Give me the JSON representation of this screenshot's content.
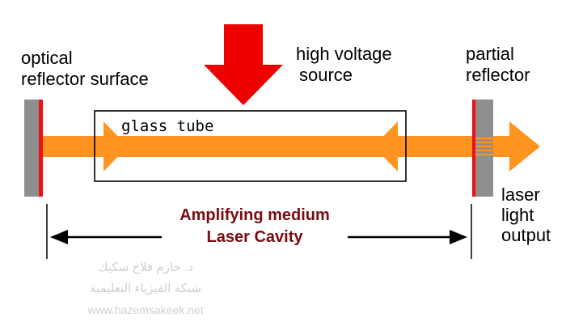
{
  "labels": {
    "optical_reflector": [
      "optical",
      "reflector surface"
    ],
    "high_voltage": [
      "high voltage",
      "source"
    ],
    "partial_reflector": [
      "partial",
      "reflector"
    ],
    "glass_tube": "glass tube",
    "laser_output": [
      "laser",
      "light",
      "output"
    ],
    "medium": [
      "Amplifying medium",
      "Laser Cavity"
    ]
  },
  "watermark": {
    "author": "د. حازم فلاح سكيك",
    "network": "شبكة الفيزياء التعليمية",
    "site": "www.hazemsakeek.net"
  },
  "colors": {
    "beam": "#ff9421",
    "reflector_gray": "#8e8e8e",
    "reflector_red": "#ee1111",
    "arrow_red": "#ee0000",
    "medium_text": "#7a0b11"
  }
}
